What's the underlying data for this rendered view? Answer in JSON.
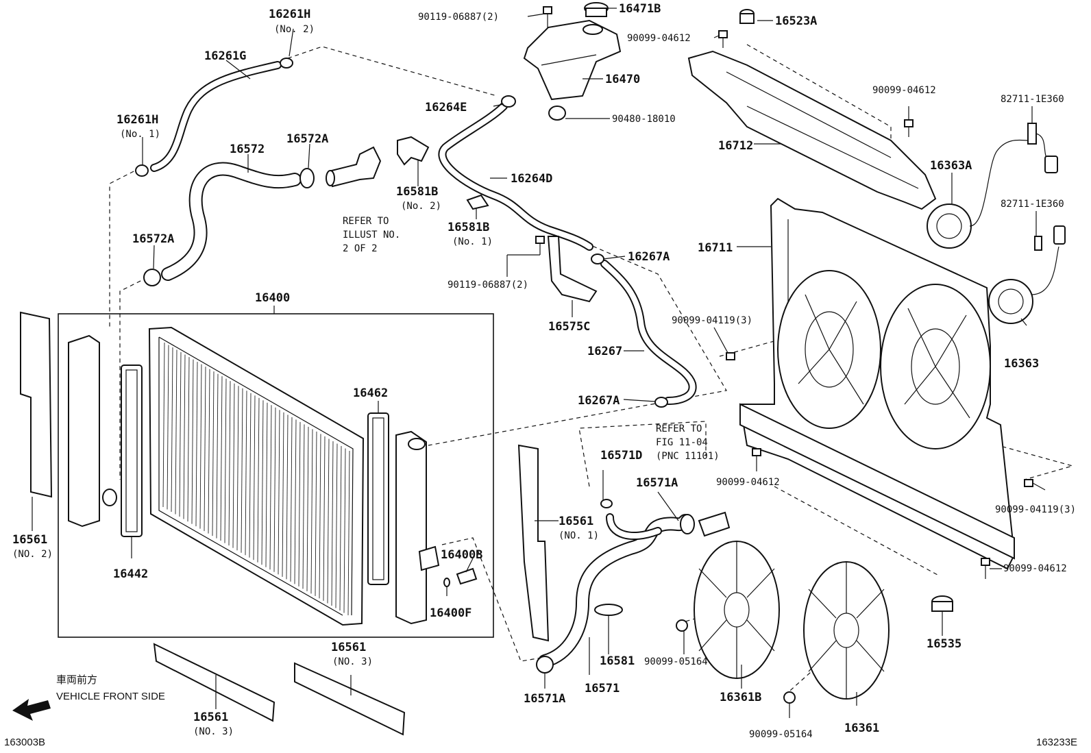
{
  "diagram": {
    "parts": {
      "p16261H_no2": {
        "code": "16261H",
        "note": "(No. 2)"
      },
      "p16261G": {
        "code": "16261G"
      },
      "p16261H_no1": {
        "code": "16261H",
        "note": "(No. 1)"
      },
      "p16572": {
        "code": "16572"
      },
      "p16572A_top": {
        "code": "16572A"
      },
      "p16572A_left": {
        "code": "16572A"
      },
      "p90119_top": {
        "code": "90119-06887(2)"
      },
      "p16471B": {
        "code": "16471B"
      },
      "p90099_04612_top": {
        "code": "90099-04612"
      },
      "p16523A": {
        "code": "16523A"
      },
      "p16470": {
        "code": "16470"
      },
      "p16264E": {
        "code": "16264E"
      },
      "p90480": {
        "code": "90480-18010"
      },
      "p16581B_no2": {
        "code": "16581B",
        "note": "(No. 2)"
      },
      "p16264D": {
        "code": "16264D"
      },
      "p16581B_no1": {
        "code": "16581B",
        "note": "(No. 1)"
      },
      "p90119_mid": {
        "code": "90119-06887(2)"
      },
      "p16575C": {
        "code": "16575C"
      },
      "p16267A_top": {
        "code": "16267A"
      },
      "p16267": {
        "code": "16267"
      },
      "p16267A_bottom": {
        "code": "16267A"
      },
      "p16712": {
        "code": "16712"
      },
      "p90099_04612_right": {
        "code": "90099-04612"
      },
      "p82711_top": {
        "code": "82711-1E360"
      },
      "p16363A": {
        "code": "16363A"
      },
      "p82711_bottom": {
        "code": "82711-1E360"
      },
      "p16711": {
        "code": "16711"
      },
      "p90099_04119_left": {
        "code": "90099-04119(3)"
      },
      "p16363": {
        "code": "16363"
      },
      "p16400": {
        "code": "16400"
      },
      "p16462": {
        "code": "16462"
      },
      "p16561_no2": {
        "code": "16561",
        "note": "(NO. 2)"
      },
      "p16442": {
        "code": "16442"
      },
      "p16400B": {
        "code": "16400B"
      },
      "p16400F": {
        "code": "16400F"
      },
      "p16571D": {
        "code": "16571D"
      },
      "p16571A_top": {
        "code": "16571A"
      },
      "p16561_no1": {
        "code": "16561",
        "note": "(NO. 1)"
      },
      "p90099_04612_mid": {
        "code": "90099-04612"
      },
      "p90099_04119_right": {
        "code": "90099-04119(3)"
      },
      "p90099_04612_bottom": {
        "code": "90099-04612"
      },
      "p16561_no3_right": {
        "code": "16561",
        "note": "(NO. 3)"
      },
      "p16561_no3_left": {
        "code": "16561",
        "note": "(NO. 3)"
      },
      "p16581": {
        "code": "16581"
      },
      "p90099_05164_mid": {
        "code": "90099-05164"
      },
      "p16571A_bottom": {
        "code": "16571A"
      },
      "p16571": {
        "code": "16571"
      },
      "p16361B": {
        "code": "16361B"
      },
      "p16535": {
        "code": "16535"
      },
      "p90099_05164_bottom": {
        "code": "90099-05164"
      },
      "p16361": {
        "code": "16361"
      }
    },
    "refer_illust": [
      "REFER TO",
      "ILLUST NO.",
      "2 OF 2"
    ],
    "refer_fig": [
      "REFER TO",
      "FIG 11-04",
      "(PNC 11101)"
    ],
    "front_side_jp": "車両前方",
    "front_side_en": "VEHICLE FRONT SIDE",
    "code_left": "163003B",
    "code_right": "163233E"
  }
}
